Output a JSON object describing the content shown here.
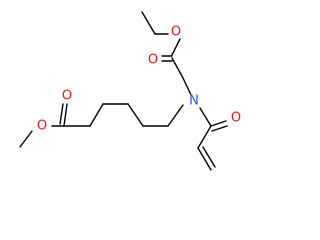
{
  "colors": {
    "background": "#ffffff",
    "bond": "#000000",
    "oxygen": "#ff0d0d",
    "nitrogen": "#3050f8"
  },
  "atoms": {
    "o_ethyl_ester": {
      "label": "O",
      "element": "oxygen"
    },
    "o_ethyl_carbonyl": {
      "label": "O",
      "element": "oxygen"
    },
    "n_amide": {
      "label": "N",
      "element": "nitrogen"
    },
    "o_acryl_carbonyl": {
      "label": "O",
      "element": "oxygen"
    },
    "o_methyl_carbonyl": {
      "label": "O",
      "element": "oxygen"
    },
    "o_methyl_ester": {
      "label": "O",
      "element": "oxygen"
    }
  }
}
